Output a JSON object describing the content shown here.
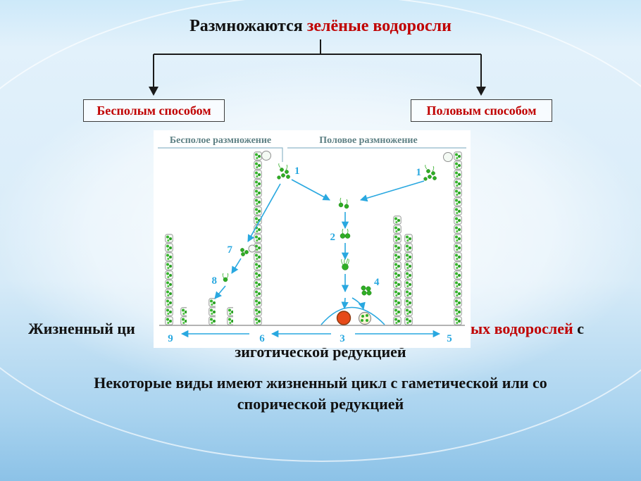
{
  "title": {
    "text_black": "Размножаются ",
    "text_red": "зелёные водоросли"
  },
  "boxes": {
    "asexual_label": "Бесполым способом",
    "sexual_label": "Половым способом"
  },
  "diagram": {
    "asexual_heading": "Бесполое размножение",
    "sexual_heading": "Половое размножение",
    "numbers": [
      "1",
      "2",
      "3",
      "4",
      "5",
      "6",
      "7",
      "8",
      "9"
    ]
  },
  "caption": {
    "line1_left": "Жизненный ци",
    "line1_right_red": "ых водорослей",
    "line1_right_black": " с",
    "line2": "зиготической редукцией"
  },
  "note": {
    "line1": "Некоторые виды имеют жизненный цикл с гаметической или со",
    "line2": "спорической редукцией"
  },
  "colors": {
    "accent_red": "#c00000",
    "diagram_cyan": "#29a8e0",
    "cell_green": "#2fae24",
    "zygote_orange": "#e64a19"
  }
}
